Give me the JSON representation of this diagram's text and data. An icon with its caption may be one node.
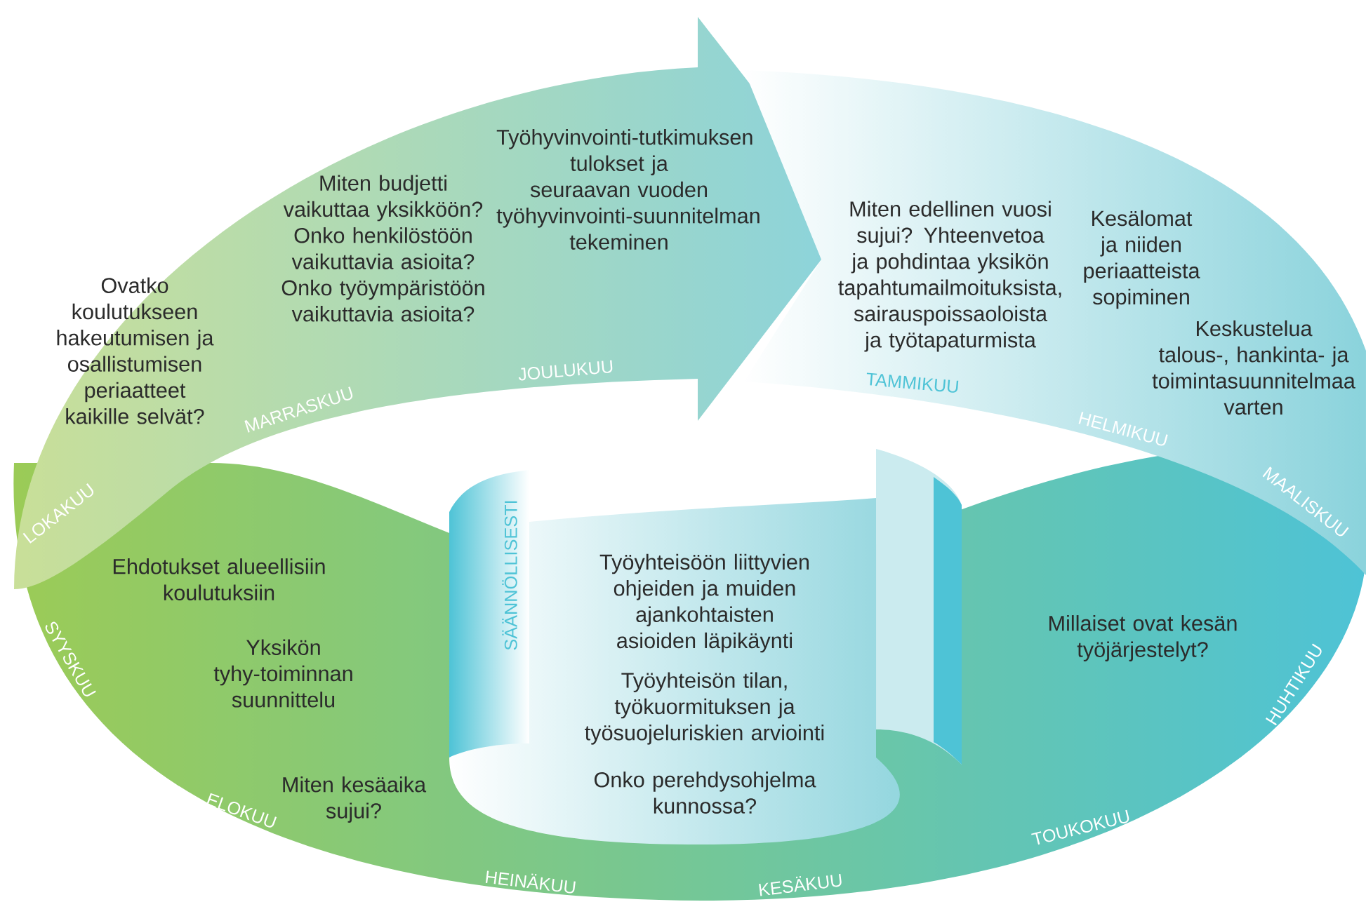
{
  "diagram": {
    "labels": [
      "Miten budjetti vaikuttaa yksikköön? Onko henkilöstöön vaikuttavia asioita? Onko työympäristöön vaikuttavia asioita?",
      "Työhyvinvointi-tutkimuksen tulokset ja seuraavan vuoden työhyvinvointi-suunnitelman tekeminen",
      "Miten edellinen vuosi sujui? Yhteenvetoa ja pohdintaa yksikön tapahtumailmoituksista, sairauspoissaoloista ja työtapaturmista",
      "Kesälomat ja niiden periaatteista sopiminen",
      "Ovatko koulutukseen hakeutumisen ja osallistumisen periaatteet kaikille selvät?",
      "Keskustelua talous-, hankinta- ja toimintasuunnitelmaa varten",
      "MARRASKUU",
      "JOULUKUU",
      "TAMMIKUU",
      "HELMIKUU",
      "LOKAKUU",
      "MAALISKUU",
      "SÄÄNNÖLLISESTI",
      "Ehdotukset alueellisiin koulutuksiin",
      "Työyhteisöön liittyvien ohjeiden ja muiden ajankohtaisten asioiden läpikäynti",
      "Yksikön tyhy-toiminnan suunnittelu",
      "Millaiset ovat kesän työjärjestelyt?",
      "SYYSKUU",
      "Työyhteisön tilan, työkuormituksen ja työsuojeluriskien arviointi",
      "HUHTIKUU",
      "ELOKUU",
      "Miten kesäaika sujui?",
      "Onko perehdysohjelma kunnossa?",
      "TOUKOKUU",
      "HEINÄKUU",
      "KESÄKUU"
    ]
  }
}
